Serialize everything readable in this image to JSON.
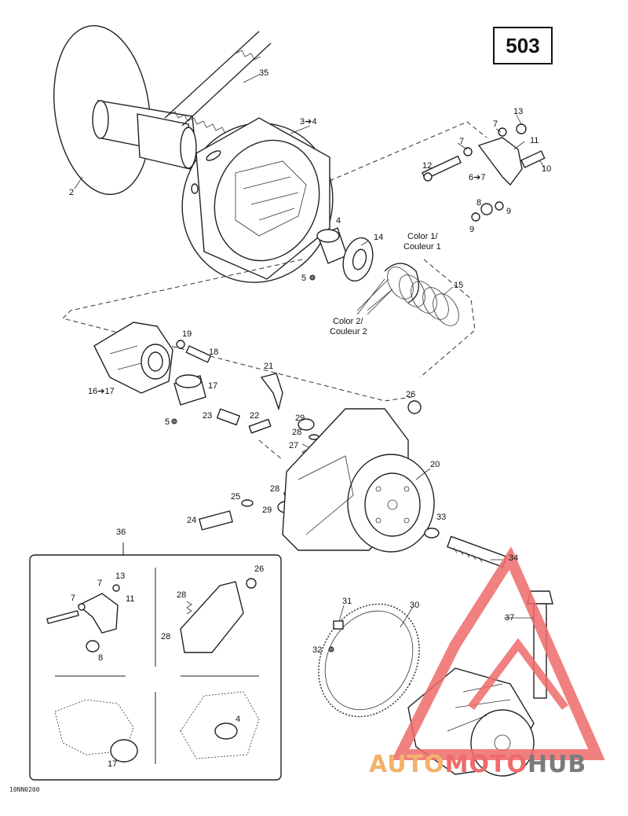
{
  "page_number": "503",
  "diagram_code": "10NN0200",
  "watermark": {
    "part1": "AUTO",
    "part2": "MOTO",
    "part3": "HUB",
    "color1": "#f2b26a",
    "color2": "#ef6a6a",
    "color3": "#7b7b7b"
  },
  "callouts": {
    "c35": "35",
    "c2": "2",
    "c3_4": "3➔4",
    "c13": "13",
    "c7a": "7",
    "c7b": "7",
    "c11": "11",
    "c12": "12",
    "c6_7": "6➔7",
    "c10": "10",
    "c8": "8",
    "c9a": "9",
    "c9b": "9",
    "c4": "4",
    "c14": "14",
    "c5a": "5",
    "c15": "15",
    "c19": "19",
    "c18": "18",
    "c16_17": "16➔17",
    "c17": "17",
    "c5b": "5",
    "c21": "21",
    "c26": "26",
    "c23": "23",
    "c22": "22",
    "c29a": "29",
    "c28a": "28",
    "c27": "27",
    "c20": "20",
    "c25": "25",
    "c28b": "28",
    "c29b": "29",
    "c24": "24",
    "c33": "33",
    "c34": "34",
    "c36": "36",
    "c31": "31",
    "c30": "30",
    "c37": "37",
    "c32": "32",
    "i13": "13",
    "i7a": "7",
    "i7b": "7",
    "i11": "11",
    "i8": "8",
    "i26": "26",
    "i28a": "28",
    "i28b": "28",
    "i4": "4",
    "i17": "17"
  },
  "color_notes": {
    "color1_line1": "Color 1/",
    "color1_line2": "Couleur 1",
    "color2_line1": "Color 2/",
    "color2_line2": "Couleur 2"
  }
}
